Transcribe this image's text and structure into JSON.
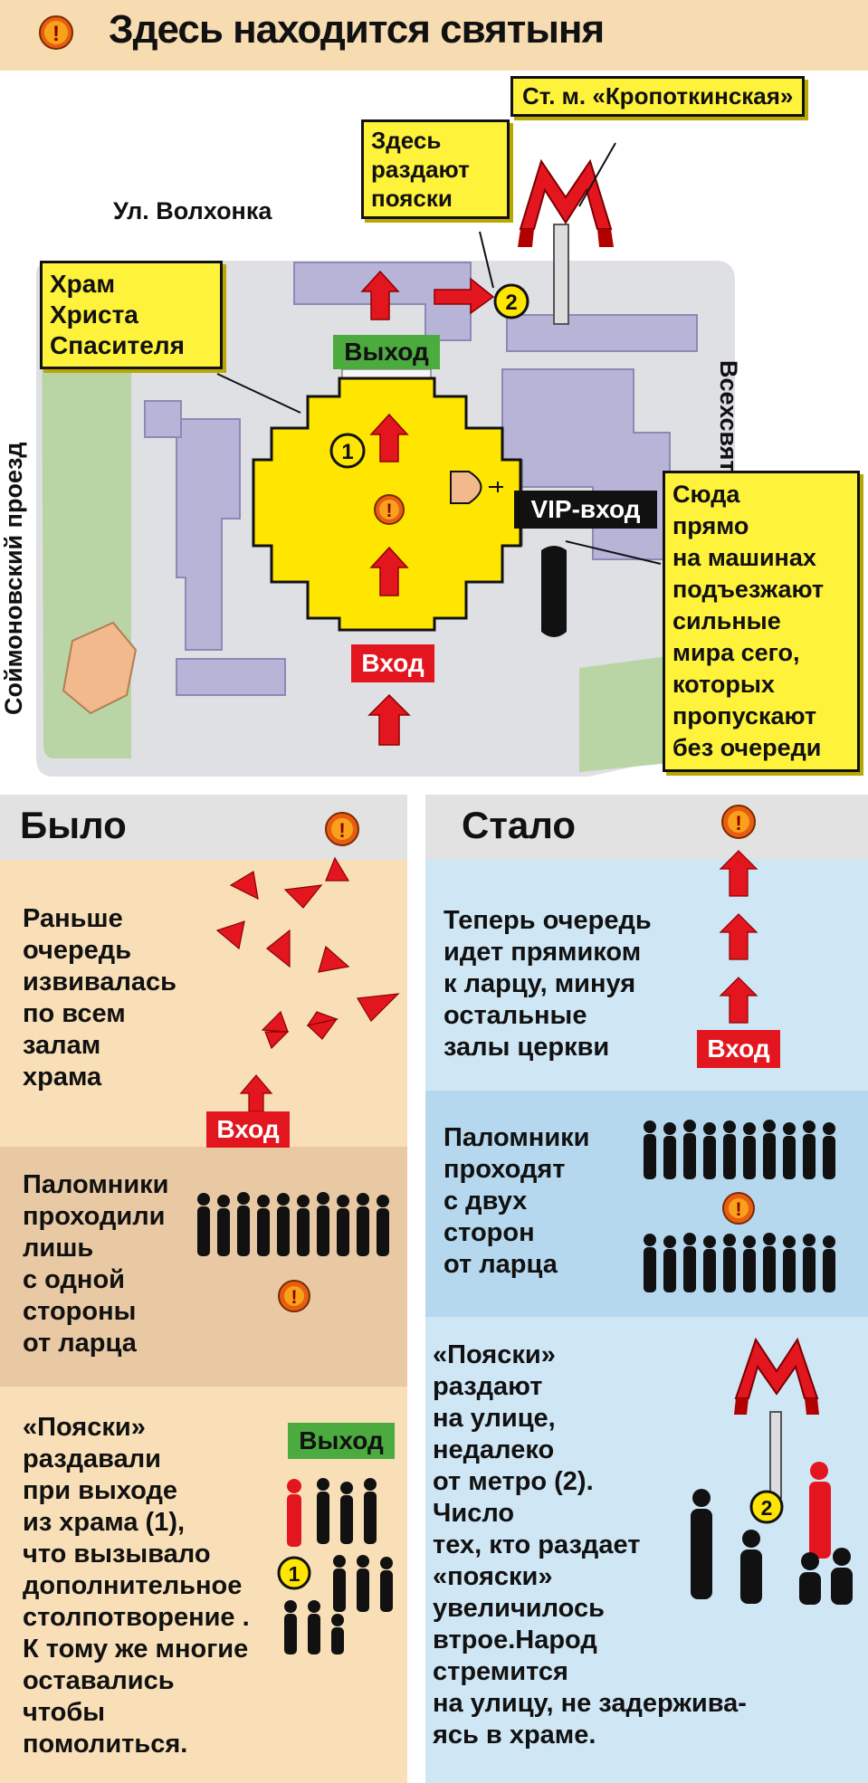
{
  "header": {
    "title": "Здесь находится святыня"
  },
  "map": {
    "street_volkhonka": "Ул. Волхонка",
    "street_vsekhsvyatsky": "Всехсвятский проезд",
    "street_soymonovsky": "Соймоновский проезд",
    "metro_label": "Ст. м. «Кропоткинская»",
    "belts_callout": [
      "Здесь",
      "раздают",
      "пояски"
    ],
    "temple_callout": [
      "Храм",
      "Христа",
      "Спасителя"
    ],
    "vip_callout": [
      "Сюда",
      "прямо",
      "на машинах",
      "подъезжают",
      "сильные",
      "мира сего,",
      "которых",
      "пропускают",
      "без очереди"
    ],
    "exit_label": "Выход",
    "entrance_label": "Вход",
    "vip_label": "VIP-вход",
    "marker_1": "1",
    "marker_2": "2",
    "marker_excl": "!"
  },
  "before": {
    "title": "Было",
    "p1": [
      "Раньше",
      "очередь",
      "извивалась",
      "по всем",
      "залам",
      "храма"
    ],
    "entrance_label": "Вход",
    "p2": [
      "Паломники",
      "проходили",
      "лишь",
      "с одной",
      "стороны",
      "от ларца"
    ],
    "p3": [
      "«Пояски»",
      "раздавали",
      "при выходе",
      "из храма (1),",
      "что вызывало",
      "дополнительное",
      "столпотворение .",
      "К тому же многие",
      "оставались",
      "чтобы",
      "помолиться."
    ],
    "exit_label": "Выход",
    "marker_1": "1"
  },
  "after": {
    "title": "Стало",
    "p1": [
      "Теперь очередь",
      "идет прямиком",
      "к ларцу, минуя",
      "остальные",
      "залы церкви"
    ],
    "entrance_label": "Вход",
    "p2": [
      "Паломники",
      "проходят",
      "с двух",
      "сторон",
      "от ларца"
    ],
    "p3": [
      "«Пояски»",
      "раздают",
      "на улице,",
      "недалеко",
      "от метро (2).",
      "Число",
      "тех, кто раздает",
      "«пояски»",
      "увеличилось",
      "втрое.Народ",
      "стремится",
      "на улицу, не задержива-",
      "ясь в храме."
    ],
    "marker_2": "2"
  },
  "colors": {
    "header_bg": "#f6dcb0",
    "callout_yellow": "#fff23b",
    "temple_yellow": "#ffe600",
    "arrow_red": "#e3161f",
    "building_lilac": "#b8b4d8",
    "park_green": "#b9d5a6",
    "before_bg": "#f8dfb7",
    "before_bg_alt": "#e9c9a4",
    "after_bg": "#cfe6f5",
    "after_bg_alt": "#b5d8ee",
    "panel_title_bg": "#e2e2e2"
  },
  "icons": [
    "exclamation-icon",
    "metro-m-icon",
    "arrow-icon",
    "car-icon",
    "crowd-icon",
    "person-icon"
  ]
}
